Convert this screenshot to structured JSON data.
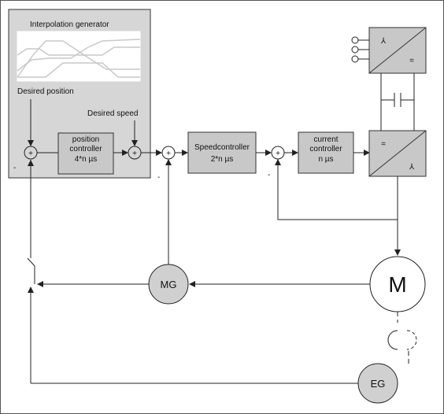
{
  "diagram": {
    "generator_title": "Interpolation generator",
    "desired_position": "Desired position",
    "desired_speed": "Desired speed",
    "position_controller": [
      "position",
      "controller",
      "4*n µs"
    ],
    "speed_controller": [
      "Speedcontroller",
      "2*n µs"
    ],
    "current_controller": [
      "current",
      "controller",
      "n µs"
    ],
    "sum_sign": "+",
    "minus_sign": "-",
    "motor": "M",
    "motor_generator": "MG",
    "encoder_generator": "EG",
    "inverter_dc_symbol": "=",
    "inverter_ac_symbol": "⅄"
  },
  "colors": {
    "panel_fill": "#d6d6d6",
    "block_fill": "#c8c8c8",
    "circle_fill": "#d0d0d0",
    "line": "#222222"
  }
}
